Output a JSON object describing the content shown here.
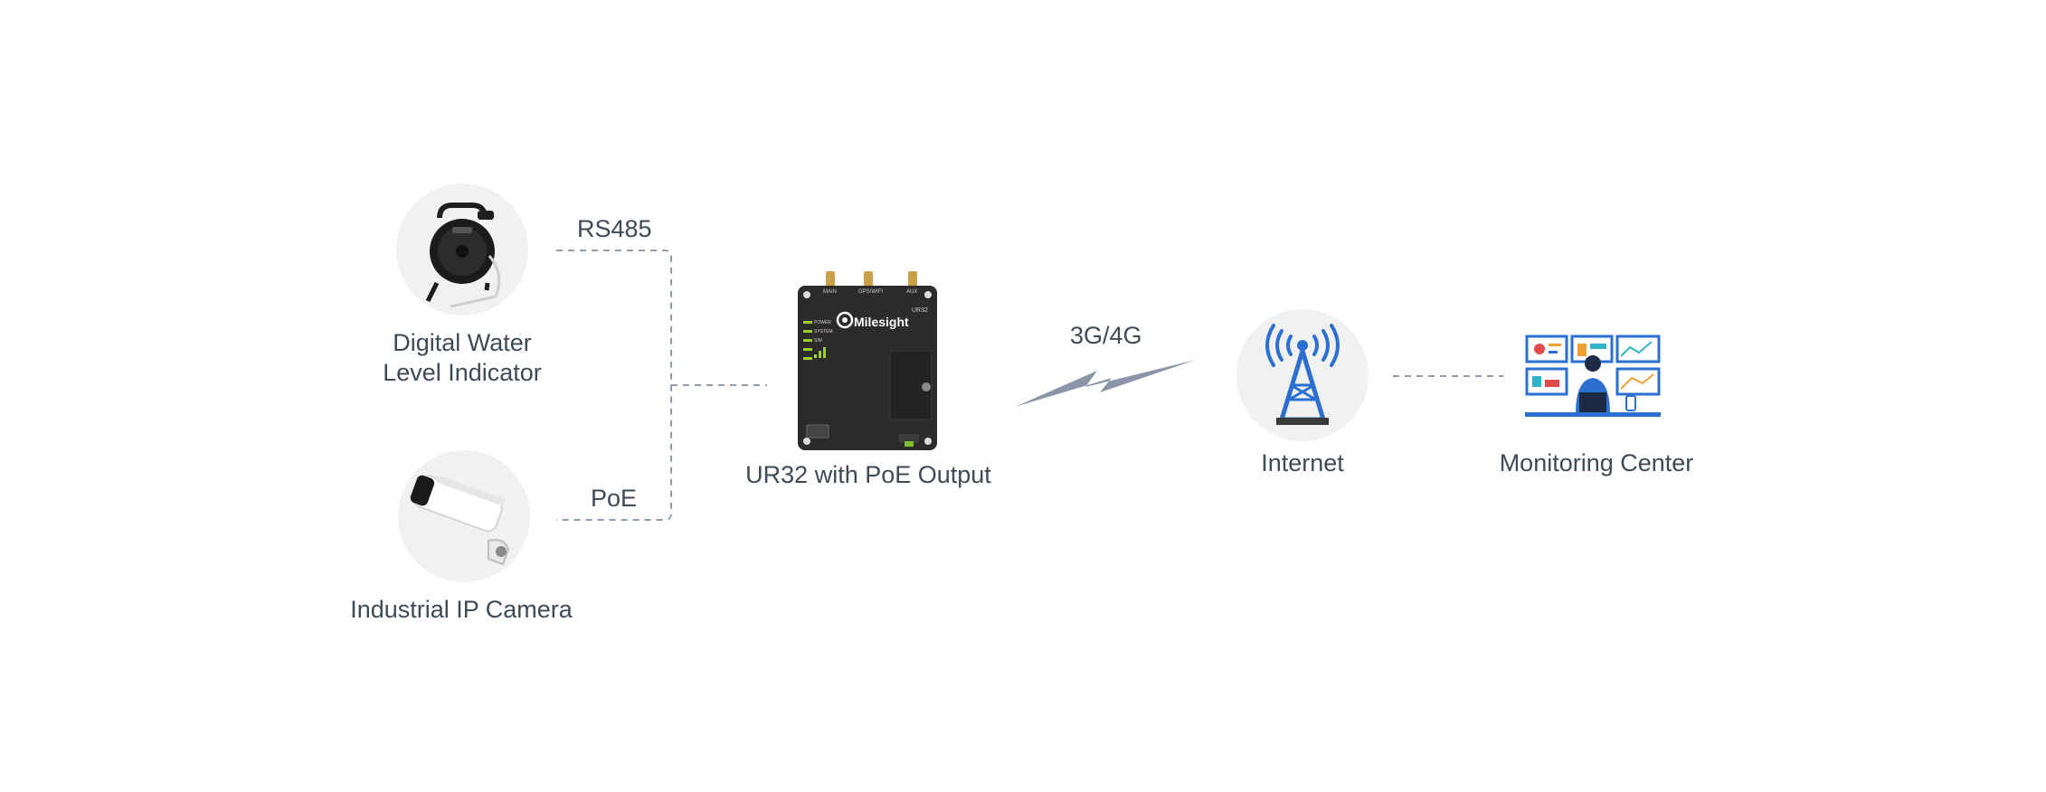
{
  "nodes": {
    "water_level": {
      "label_line1": "Digital Water",
      "label_line2": "Level Indicator"
    },
    "ip_camera": {
      "label": "Industrial IP Camera"
    },
    "router": {
      "label": "UR32 with PoE Output",
      "brand": "Milesight",
      "model": "UR32",
      "antenna_labels": [
        "MAIN",
        "GPS/WIFI",
        "AUX"
      ],
      "led_labels": [
        "POWER",
        "SYSTEM",
        "SIM"
      ]
    },
    "internet": {
      "label": "Internet"
    },
    "monitoring": {
      "label": "Monitoring Center"
    }
  },
  "connections": {
    "rs485": "RS485",
    "poe": "PoE",
    "cellular": "3G/4G"
  },
  "colors": {
    "text": "#3f4a57",
    "dashed_line": "#8f9cb0",
    "circle_bg": "#f1f1f1",
    "router_body": "#2b2b2b",
    "led_green": "#9bd12a",
    "tower_blue": "#2b6fd0",
    "bolt": "#8a96a8"
  }
}
